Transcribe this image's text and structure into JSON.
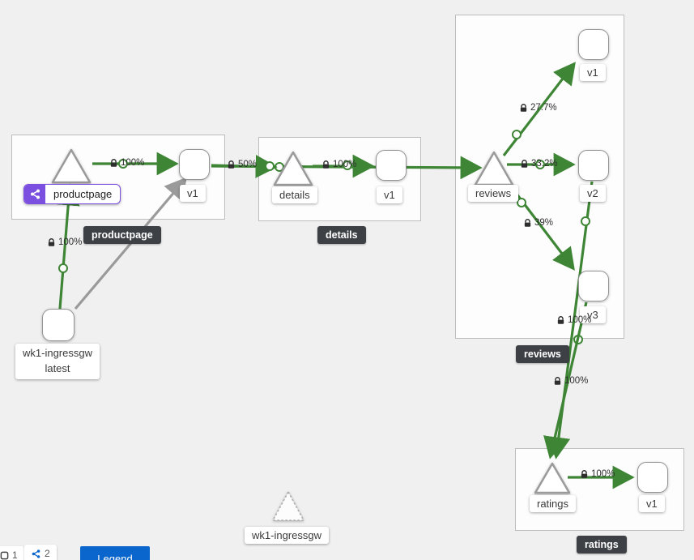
{
  "colors": {
    "edge_green": "#3e8635",
    "edge_gray": "#9a9a9a",
    "app_badge_purple": "#7b4fe0",
    "legend_button_blue": "#0a66cc",
    "group_badge_dark": "#3d4146"
  },
  "icons": {
    "app_badge": "share-alt-icon",
    "edge_security": "lock-icon",
    "versions_chip": "share-alt-icon"
  },
  "groups": {
    "productpage": {
      "badge": "productpage"
    },
    "details": {
      "badge": "details"
    },
    "reviews": {
      "badge": "reviews"
    },
    "ratings": {
      "badge": "ratings"
    }
  },
  "nodes": {
    "productpage_service": {
      "label": "productpage"
    },
    "productpage_v1": {
      "label": "v1"
    },
    "details_service": {
      "label": "details"
    },
    "details_v1": {
      "label": "v1"
    },
    "reviews_service": {
      "label": "reviews"
    },
    "reviews_v1": {
      "label": "v1"
    },
    "reviews_v2": {
      "label": "v2"
    },
    "reviews_v3": {
      "label": "v3"
    },
    "ratings_service": {
      "label": "ratings"
    },
    "ratings_v1": {
      "label": "v1"
    },
    "ingress_workload": {
      "line1": "wk1-ingressgw",
      "line2": "latest"
    },
    "idle_service": {
      "label": "wk1-ingressgw"
    }
  },
  "edges": {
    "ingress_to_productpage": {
      "label": "100%"
    },
    "productpage_to_v1": {
      "label": "100%"
    },
    "productpage_v1_to_details": {
      "label": "50%"
    },
    "details_to_v1": {
      "label": "100%"
    },
    "reviews_to_v1": {
      "label": "27.7%"
    },
    "reviews_to_v2": {
      "label": "33.2%"
    },
    "reviews_to_v3": {
      "label": "39%"
    },
    "reviews_v3_to_ratings": {
      "label": "100%"
    },
    "reviews_v2_to_ratings": {
      "label": "100%"
    },
    "ratings_to_v1": {
      "label": "100%"
    }
  },
  "toolbar": {
    "count_1": "1",
    "count_2": "2",
    "legend_label": "Legend"
  }
}
